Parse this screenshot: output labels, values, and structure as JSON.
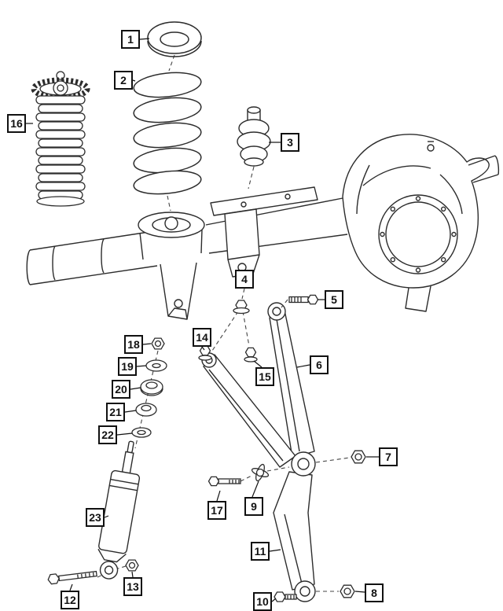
{
  "colors": {
    "line": "#2c2c2c",
    "callout_border": "#111111",
    "background": "#ffffff"
  },
  "callouts": [
    {
      "label": "1"
    },
    {
      "label": "2"
    },
    {
      "label": "3"
    },
    {
      "label": "4"
    },
    {
      "label": "5"
    },
    {
      "label": "6"
    },
    {
      "label": "7"
    },
    {
      "label": "8"
    },
    {
      "label": "9"
    },
    {
      "label": "10"
    },
    {
      "label": "11"
    },
    {
      "label": "12"
    },
    {
      "label": "13"
    },
    {
      "label": "14"
    },
    {
      "label": "15"
    },
    {
      "label": "16"
    },
    {
      "label": "17"
    },
    {
      "label": "18"
    },
    {
      "label": "19"
    },
    {
      "label": "20"
    },
    {
      "label": "21"
    },
    {
      "label": "22"
    },
    {
      "label": "23"
    }
  ]
}
